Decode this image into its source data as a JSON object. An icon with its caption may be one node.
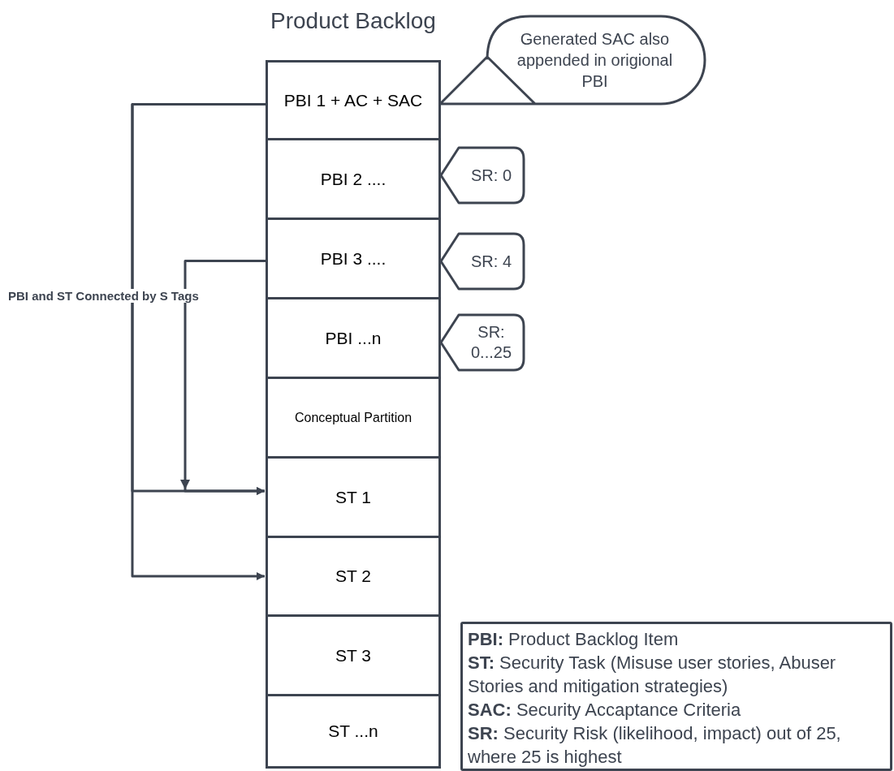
{
  "diagram": {
    "title": "Product Backlog",
    "nodes": [
      {
        "text": [
          "PBI 1 + AC + SAC"
        ]
      },
      {
        "text": [
          "PBI 2 ...."
        ]
      },
      {
        "text": [
          "PBI 3 ...."
        ]
      },
      {
        "text": [
          "PBI ...n"
        ]
      },
      {
        "text": [
          "Conceptual Partition"
        ]
      },
      {
        "text": [
          "ST 1"
        ]
      },
      {
        "text": [
          "ST 2"
        ]
      },
      {
        "text": [
          "ST 3"
        ]
      },
      {
        "text": [
          "ST ...n"
        ]
      },
      {
        "text": [
          "Generated SAC also appended in origional PBI"
        ]
      },
      {
        "text": [
          "SR: 0"
        ]
      },
      {
        "text": [
          "SR: 4"
        ]
      },
      {
        "text": [
          "SR: 0...25"
        ]
      },
      {
        "text": [
          "**PBI:** Product Backlog Item",
          "**ST:** Security Task (Misuse user stories, Abuser Stories and mitigation strategies)",
          "**SAC:** Security Accaptance Criteria",
          "**SR:** Security Risk (likelihood, impact) out of 25, where 25 is highest"
        ]
      }
    ],
    "edges": [
      {
        "from": 0,
        "to": 5,
        "arrow": "to",
        "label": "PBI and ST Connected by S Tags"
      },
      {
        "from": 0,
        "to": 6,
        "arrow": "to"
      },
      {
        "from": 2,
        "to": 5,
        "arrow": "to"
      }
    ]
  }
}
